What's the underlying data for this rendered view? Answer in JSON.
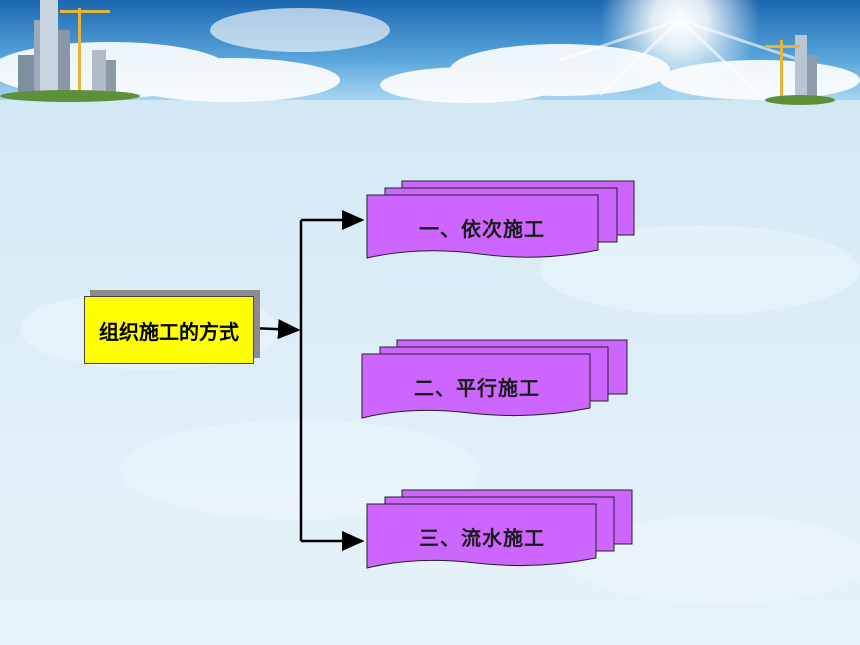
{
  "diagram": {
    "root_label": "组织施工的方式",
    "branches": [
      {
        "label": "一、依次施工"
      },
      {
        "label": "二、平行施工"
      },
      {
        "label": "三、流水施工"
      }
    ]
  },
  "colors": {
    "sky_top": "#1f6fb5",
    "sky_light": "#8ec6ea",
    "background": "#d9ecf6",
    "root_fill": "#ffff00",
    "branch_fill": "#cc66ff",
    "connector": "#000000"
  }
}
